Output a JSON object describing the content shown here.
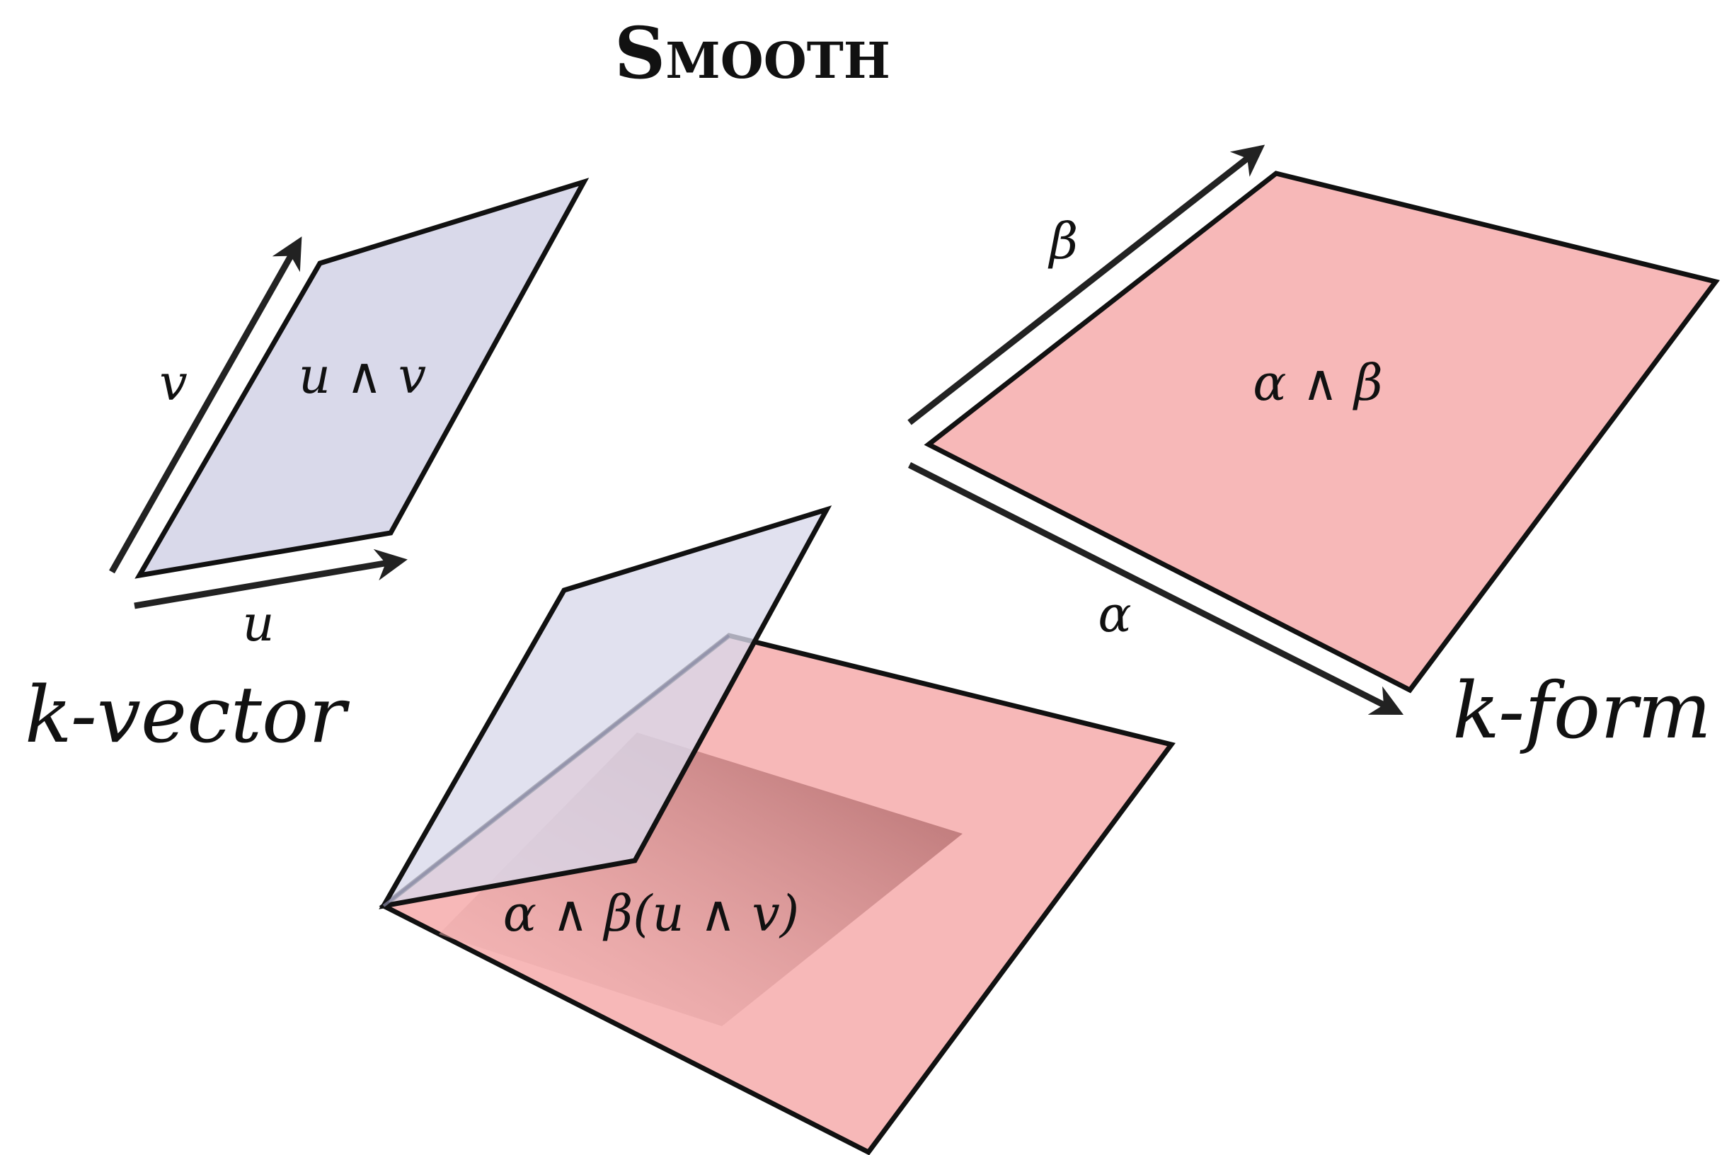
{
  "title": "Smooth",
  "labels": {
    "kvector_section": "k-vector",
    "kform_section": "k-form",
    "vec_u": "u",
    "vec_v": "v",
    "bivector": "u ∧ v",
    "form_alpha": "α",
    "form_beta": "β",
    "two_form": "α ∧ β",
    "pairing": "α ∧ β(u ∧ v)"
  },
  "colors": {
    "bivector_fill": "#d9d9ea",
    "form_fill": "#f7b8b8",
    "pairing_shade": "#b06a6b",
    "stroke": "#111111",
    "arrow": "#222222"
  }
}
